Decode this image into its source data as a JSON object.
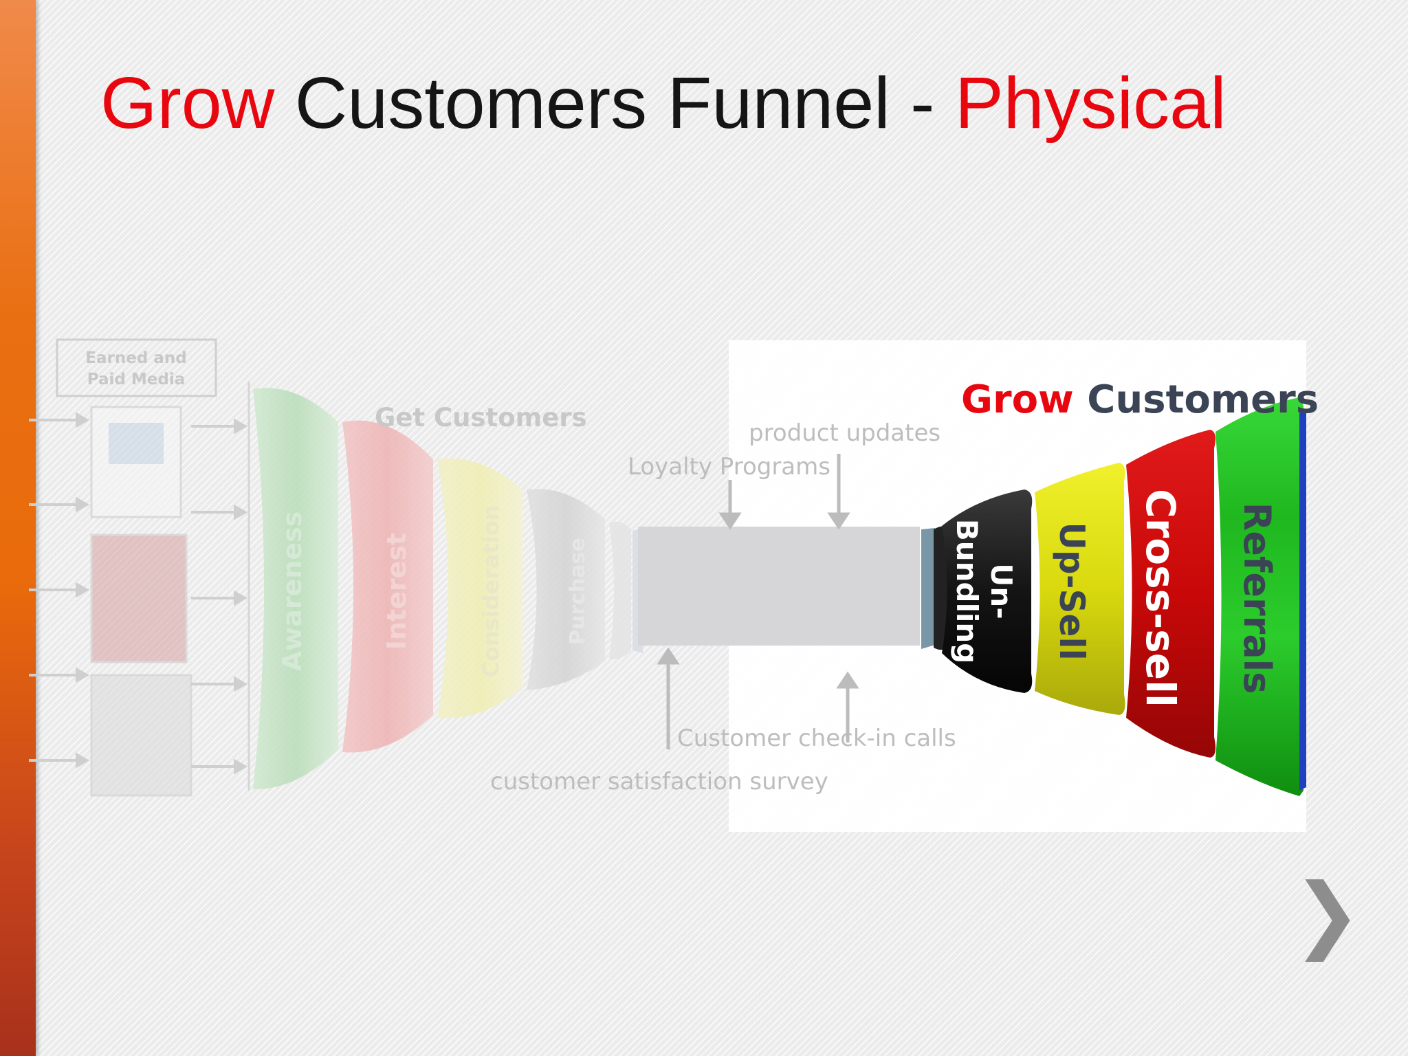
{
  "title": {
    "part1": "Grow",
    "part2": " Customers Funnel - ",
    "part3": "Physical"
  },
  "media_box": {
    "line1": "Earned and",
    "line2": "Paid Media"
  },
  "get_section": {
    "title": "Get Customers",
    "stages": [
      "Awareness",
      "Interest",
      "Consideration",
      "Purchase"
    ]
  },
  "annotations": {
    "product_updates": "product updates",
    "loyalty_programs": "Loyalty Programs",
    "checkin_calls": "Customer check-in calls",
    "satisfaction_survey": "customer satisfaction survey"
  },
  "grow_section": {
    "title_red": "Grow",
    "title_rest": " Customers",
    "stages": [
      {
        "line1": "Un-",
        "line2": "Bundling",
        "color": "#151515",
        "text_color": "#ffffff"
      },
      {
        "line1": "Up-Sell",
        "color": "#e0e012",
        "text_color": "#3a4455"
      },
      {
        "line1": "Cross-sell",
        "color": "#d10c0c",
        "text_color": "#ffffff"
      },
      {
        "line1": "Referrals",
        "color": "#1fbf1f",
        "text_color": "#3a4455"
      }
    ]
  },
  "colors": {
    "accent_red": "#e8060f",
    "slate": "#3a4455",
    "sidebar_orange": "#e96b0b"
  },
  "icons": {
    "next": "chevron-right-icon"
  }
}
